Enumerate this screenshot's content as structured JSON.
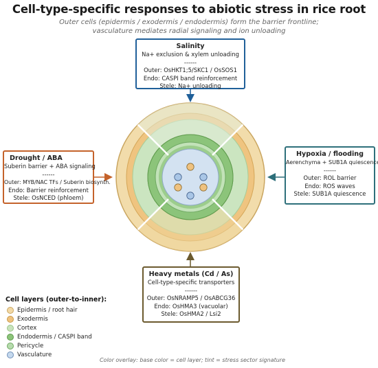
{
  "title": "Cell-type-specific responses to abiotic stress in rice root",
  "subtitle_line1": "Outer cells (epidermis / exodermis / endodermis) form the barrier frontline;",
  "subtitle_line2": "vasculature mediates radial signaling and ion unloading",
  "boxes": {
    "salinity": {
      "title": "Salinity",
      "line1": "Na+ exclusion & xylem unloading",
      "sep": "------",
      "outer": "Outer: OsHKT1;5/SKC1 / OsSOS1",
      "endo": "Endo: CASPI band reinforcement",
      "stele": "Stele: Na+ unloading",
      "color": "#1f5f99"
    },
    "drought": {
      "title": "Drought / ABA",
      "line1": "Suberin barrier + ABA signaling",
      "sep": "------",
      "outer": "Outer: MYB/NAC TFs / Suberin biosynth.",
      "endo": "Endo: Barrier reinforcement",
      "stele": "Stele: OsNCED (phloem)",
      "color": "#c4622a"
    },
    "hypoxia": {
      "title": "Hypoxia / flooding",
      "line1": "Aerenchyma + SUB1A quiescence",
      "sep": "------",
      "outer": "Outer: ROL barrier",
      "endo": "Endo: ROS waves",
      "stele": "Stele: SUB1A quiescence",
      "color": "#2d6f7a"
    },
    "metals": {
      "title": "Heavy metals (Cd / As)",
      "line1": "Cell-type-specific transporters",
      "sep": "------",
      "outer": "Outer: OsNRAMP5 / OsABCG36",
      "endo": "Endo: OsHMA3 (vacuolar)",
      "stele": "Stele: OsHMA2 / Lsi2",
      "color": "#6b5a2e"
    }
  },
  "legend": {
    "title": "Cell layers (outer-to-inner):",
    "items": [
      {
        "label": "Epidermis / root hair",
        "fill": "#f2d9a6",
        "stroke": "#c9a560"
      },
      {
        "label": "Exodermis",
        "fill": "#efc27f",
        "stroke": "#c99a48"
      },
      {
        "label": "Cortex",
        "fill": "#c9e3bd",
        "stroke": "#9cc48a"
      },
      {
        "label": "Endodermis / CASPI band",
        "fill": "#8cc47a",
        "stroke": "#5e9a4c"
      },
      {
        "label": "Pericycle",
        "fill": "#b7dcae",
        "stroke": "#6fa862"
      },
      {
        "label": "Vasculature",
        "fill": "#c5d9ee",
        "stroke": "#6f8fb8"
      }
    ]
  },
  "footer": "Color overlay: base color = cell layer; tint = stress sector signature"
}
